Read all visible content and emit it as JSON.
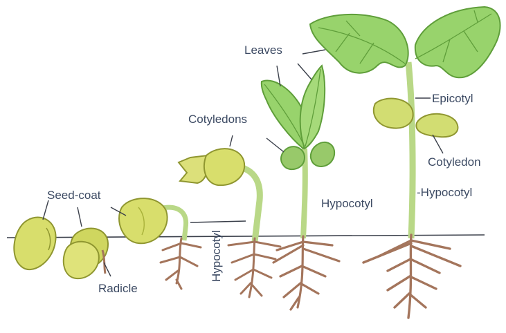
{
  "labels": {
    "leaves": "Leaves",
    "cotyledons": "Cotyledons",
    "epicotyl": "Epicotyl",
    "cotyledon": "Cotyledon",
    "seed_coat": "Seed-coat",
    "radicle": "Radicle",
    "hypocotyl_vertical": "Hypocotyl",
    "hypocotyl_middle": "Hypocotyl",
    "hypocotyl_right": "-Hypocotyl"
  },
  "colors": {
    "seed": "#d8de6c",
    "seed_dark": "#a9b23a",
    "stem": "#b9d887",
    "leaf": "#98d36c",
    "leaf_dark": "#5f9e3a",
    "root": "#a4755c",
    "label": "#3c4a63",
    "line": "#3a3f4a"
  }
}
